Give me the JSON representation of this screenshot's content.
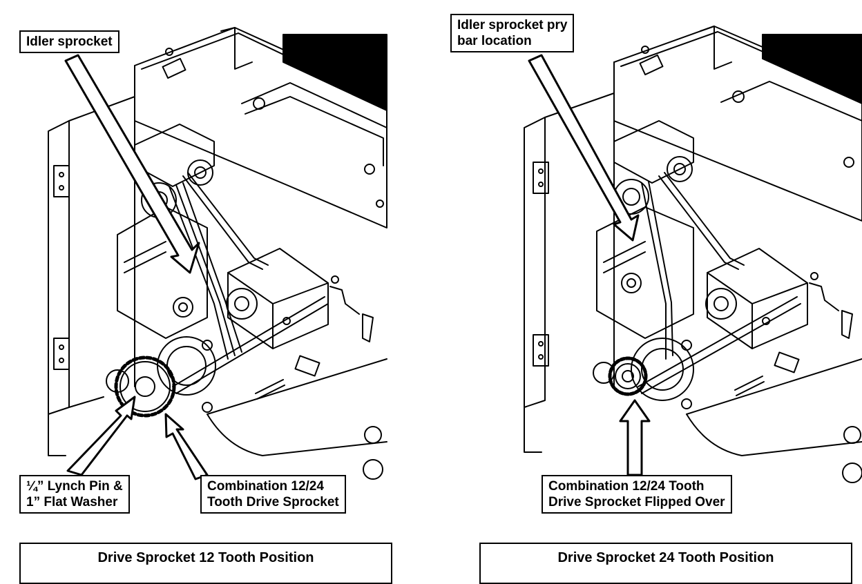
{
  "left": {
    "callouts": {
      "idler": [
        "Idler sprocket"
      ],
      "lynch": [
        "¼” Lynch Pin &",
        "1” Flat Washer"
      ],
      "combo": [
        "Combination 12/24",
        "Tooth Drive Sprocket"
      ]
    },
    "caption": "Drive Sprocket 12 Tooth Position"
  },
  "right": {
    "callouts": {
      "idler": [
        "Idler sprocket pry",
        "bar location"
      ],
      "combo": [
        "Combination 12/24 Tooth",
        "Drive Sprocket Flipped Over"
      ]
    },
    "caption": "Drive Sprocket 24 Tooth Position"
  },
  "colors": {
    "line": "#000000",
    "background": "#ffffff"
  }
}
